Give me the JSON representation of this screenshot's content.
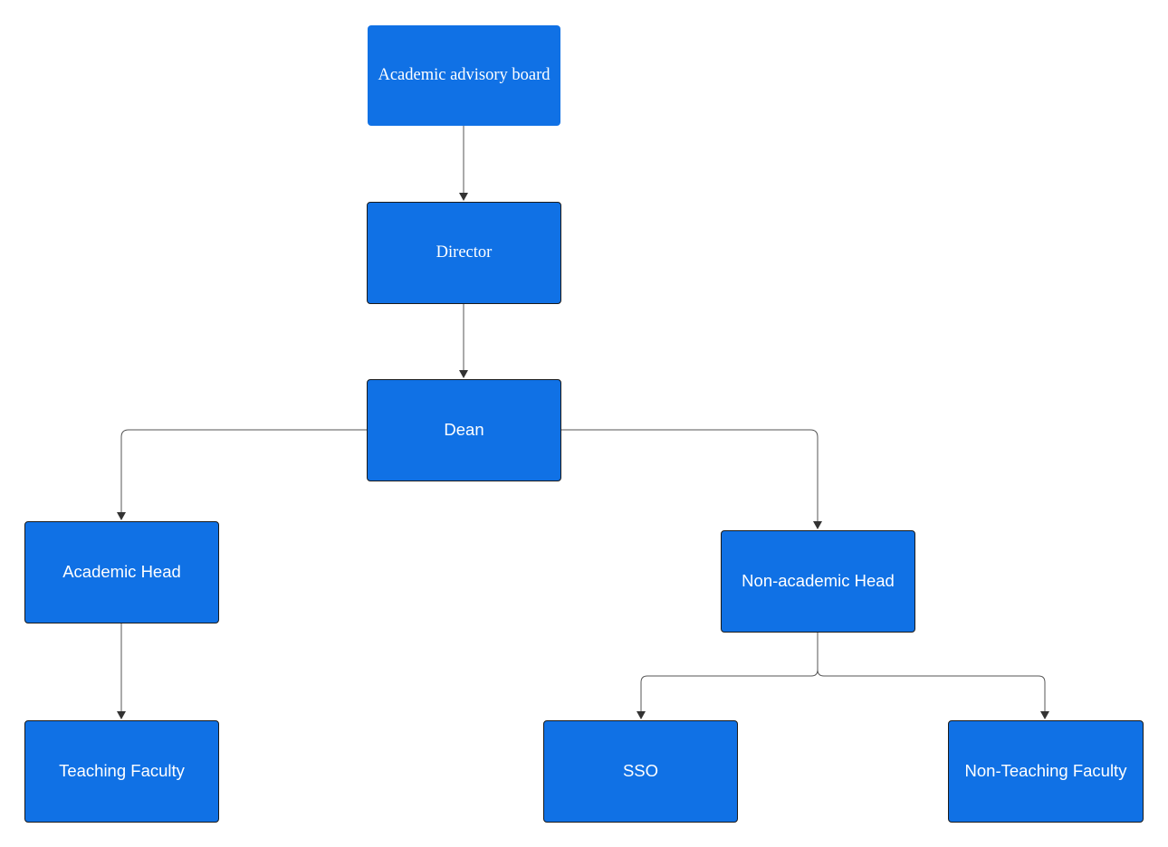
{
  "diagram": {
    "type": "org-chart",
    "colors": {
      "node_fill": "#1071e5",
      "node_border": "#1a1a1a",
      "node_text": "#ffffff",
      "connector": "#555555",
      "background": "#ffffff"
    },
    "nodes": {
      "board": {
        "label": "Academic advisory board"
      },
      "director": {
        "label": "Director"
      },
      "dean": {
        "label": "Dean"
      },
      "academic_head": {
        "label": "Academic Head"
      },
      "non_academic_head": {
        "label": "Non-academic Head"
      },
      "teaching_faculty": {
        "label": "Teaching Faculty"
      },
      "sso": {
        "label": "SSO"
      },
      "non_teaching_faculty": {
        "label": "Non-Teaching Faculty"
      }
    },
    "edges": [
      {
        "from": "board",
        "to": "director"
      },
      {
        "from": "director",
        "to": "dean"
      },
      {
        "from": "dean",
        "to": "academic_head"
      },
      {
        "from": "dean",
        "to": "non_academic_head"
      },
      {
        "from": "academic_head",
        "to": "teaching_faculty"
      },
      {
        "from": "non_academic_head",
        "to": "sso"
      },
      {
        "from": "non_academic_head",
        "to": "non_teaching_faculty"
      }
    ]
  }
}
